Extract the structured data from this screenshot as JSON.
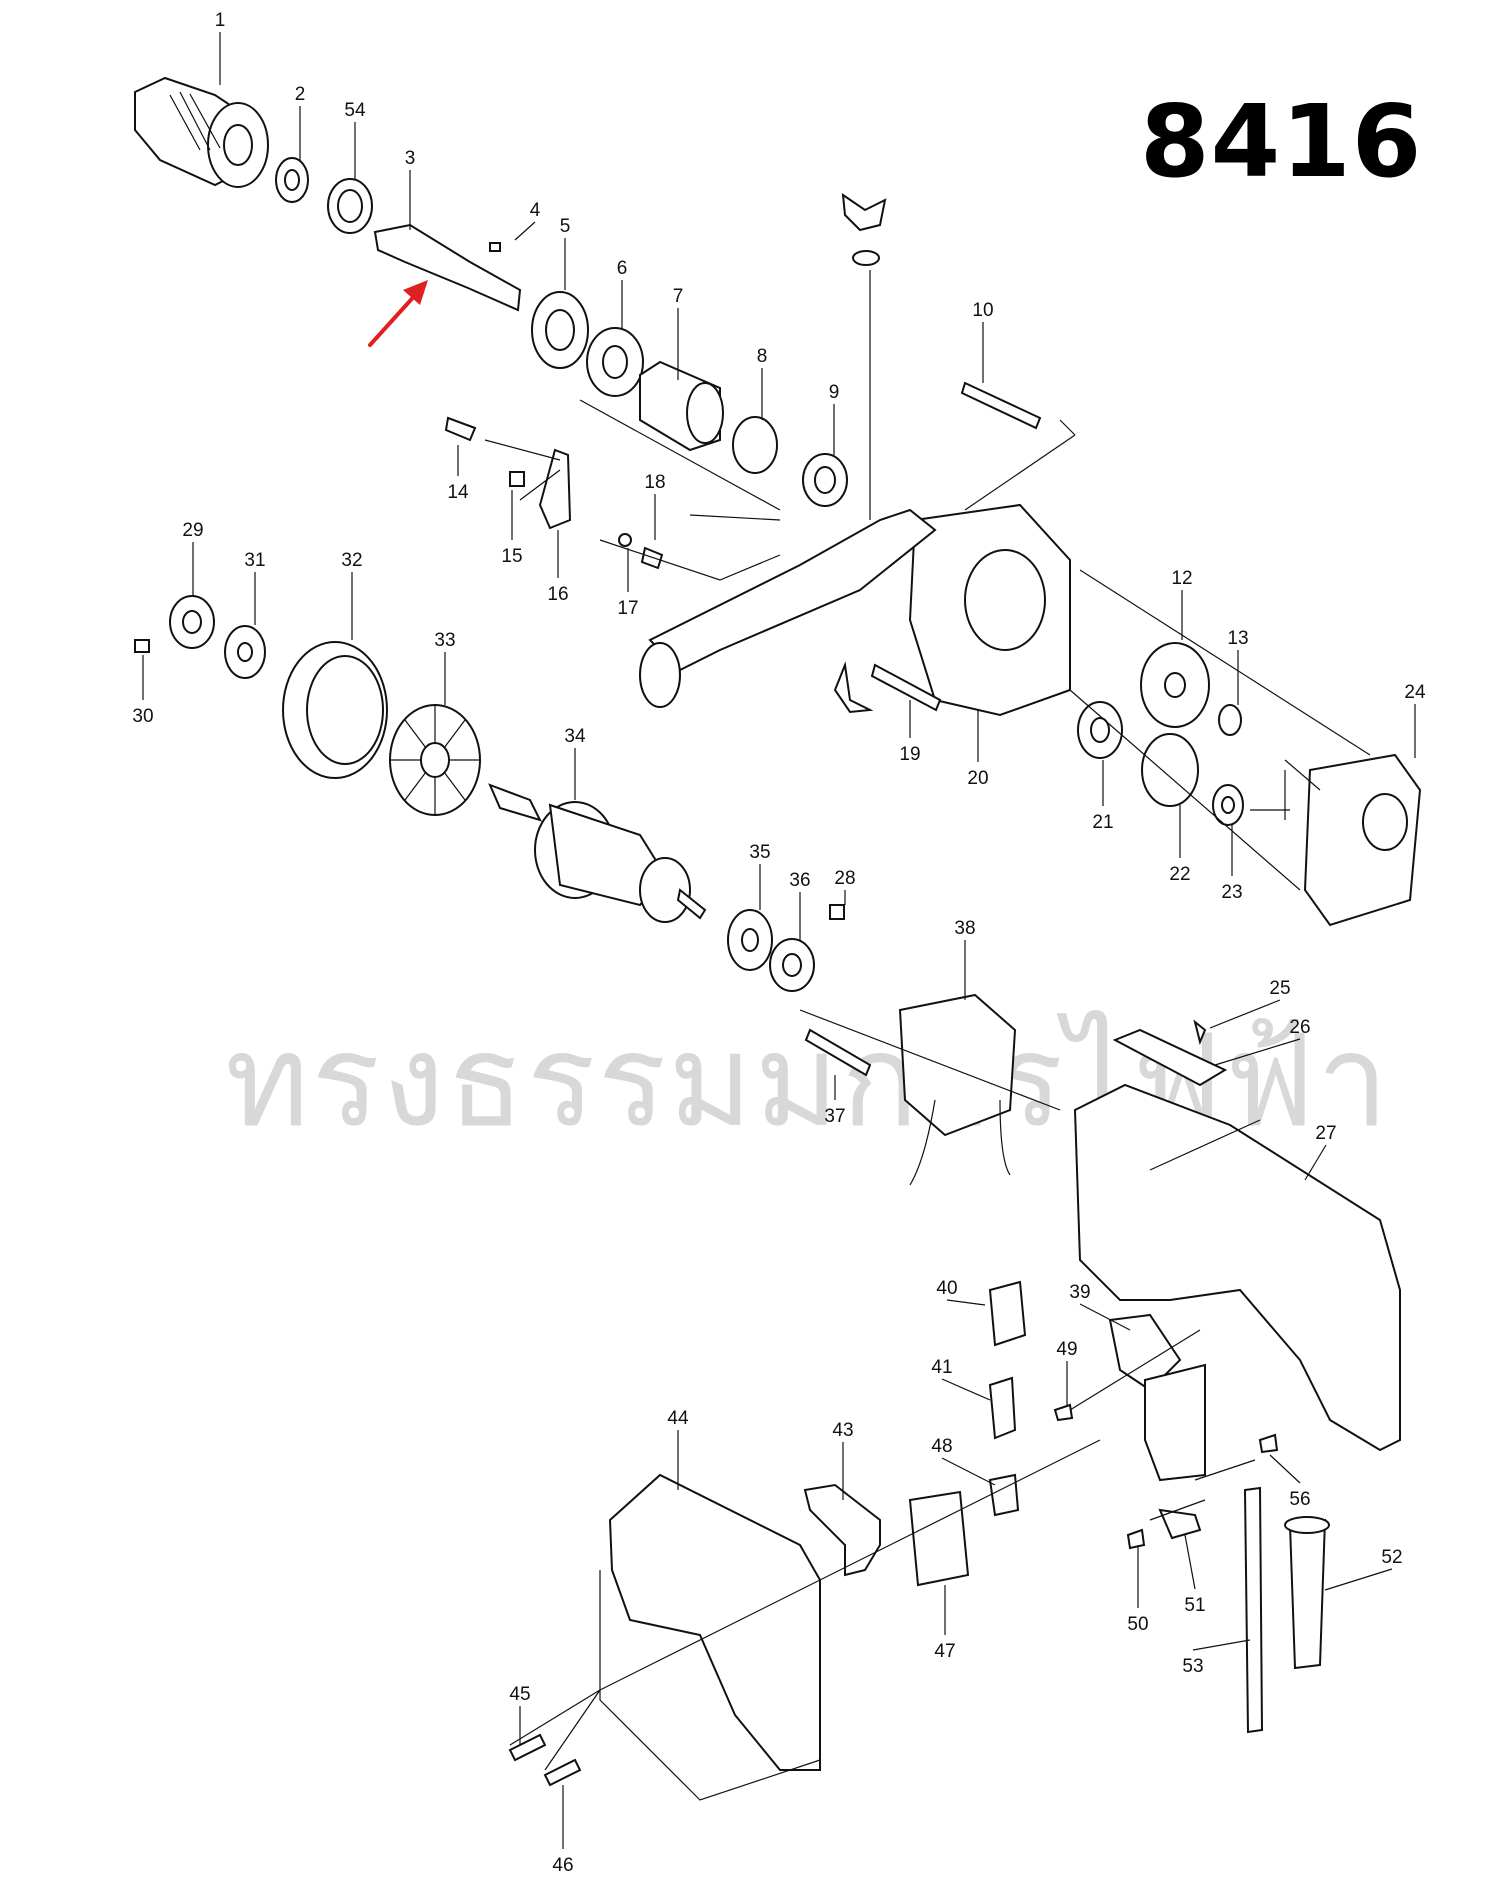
{
  "model_number": "8416",
  "watermark": "ทรงธรรมมการไฟฟ้า",
  "indicator_color": "#e02020",
  "part_labels": [
    "1",
    "2",
    "54",
    "3",
    "4",
    "5",
    "6",
    "7",
    "8",
    "9",
    "10",
    "14",
    "15",
    "16",
    "17",
    "18",
    "29",
    "31",
    "32",
    "30",
    "33",
    "34",
    "12",
    "13",
    "24",
    "19",
    "20",
    "21",
    "22",
    "23",
    "35",
    "36",
    "28",
    "38",
    "25",
    "26",
    "37",
    "27",
    "40",
    "39",
    "49",
    "41",
    "48",
    "44",
    "43",
    "47",
    "56",
    "50",
    "51",
    "52",
    "53",
    "45",
    "46"
  ]
}
